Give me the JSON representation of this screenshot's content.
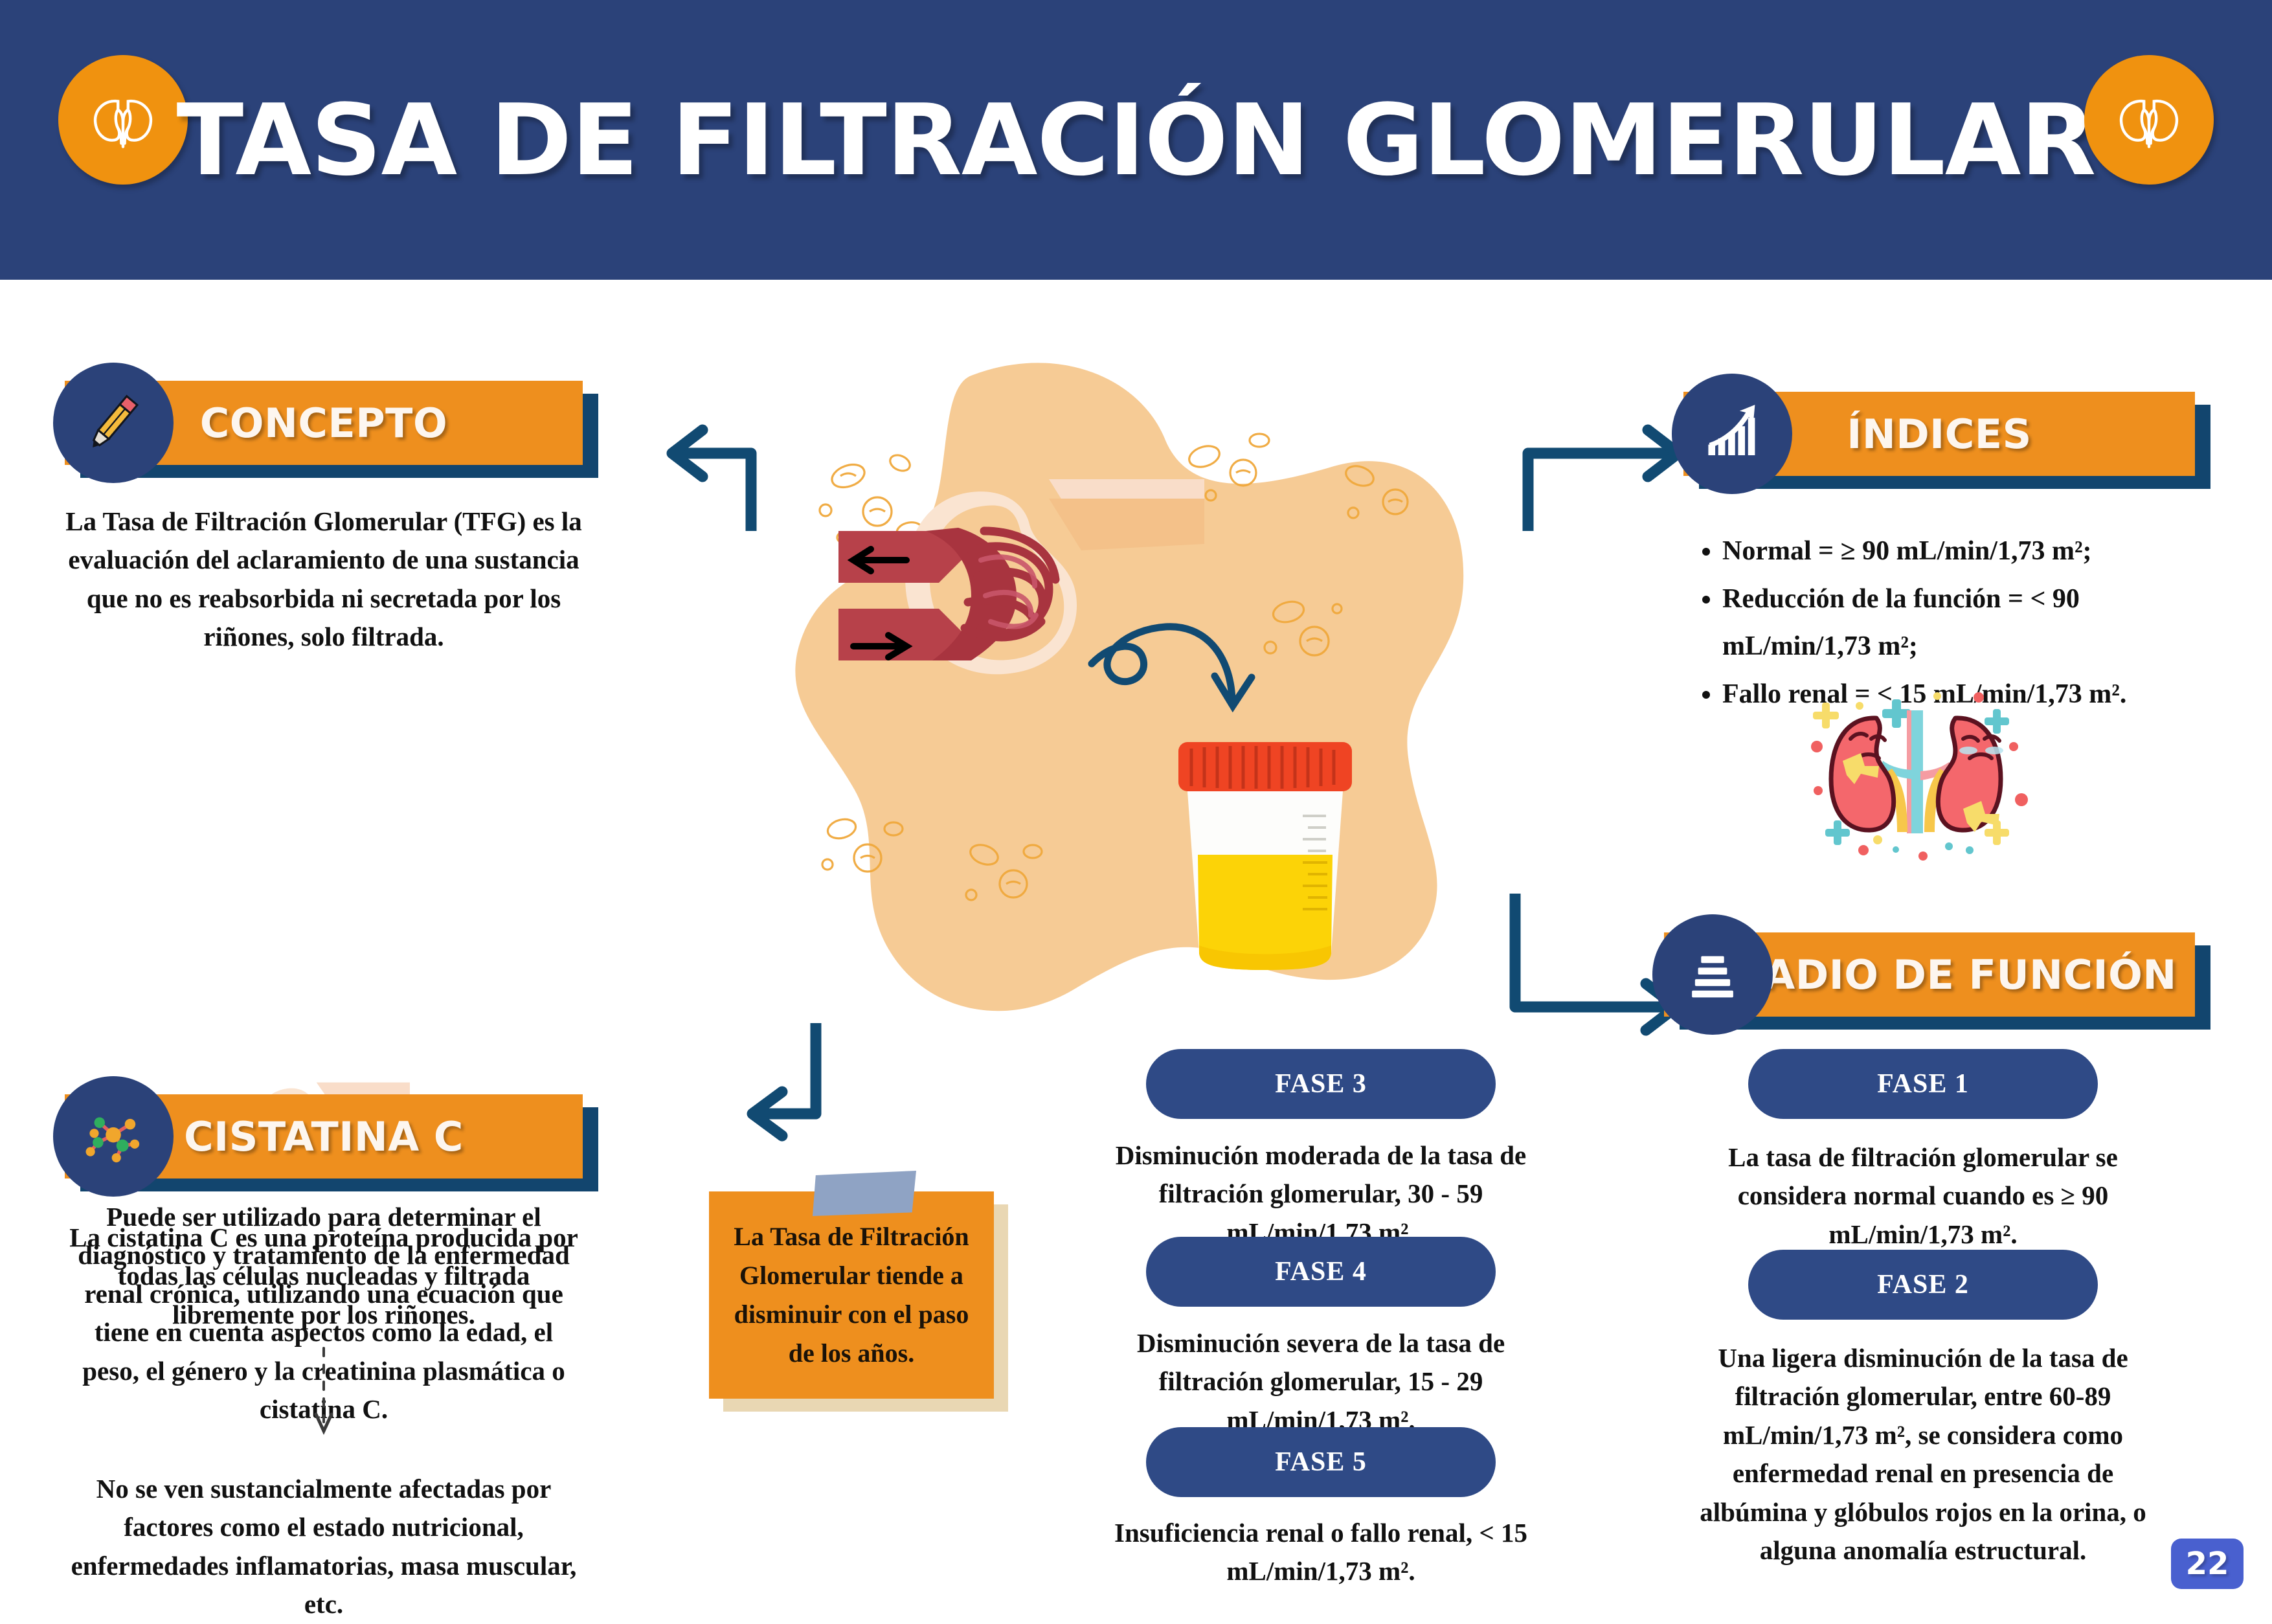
{
  "header": {
    "title": "TASA DE FILTRACIÓN GLOMERULAR",
    "left_icon": "kidneys-icon",
    "right_icon": "kidneys-icon",
    "bg_color": "#2b4279",
    "badge_color": "#f0920f"
  },
  "colors": {
    "navy": "#2b4279",
    "orange": "#ee8f1e",
    "banner_shadow": "#12456e",
    "pill": "#2f4a86",
    "page_badge": "#4960cf",
    "blob": "#f6cb95"
  },
  "sections": {
    "concepto": {
      "title": "CONCEPTO",
      "icon": "pencil-icon",
      "paragraph1": "La Tasa de Filtración Glomerular (TFG) es la evaluación del aclaramiento de una sustancia que no es reabsorbida ni secretada por los riñones, solo filtrada.",
      "illustration": "glomerulus-illustration",
      "paragraph2": "Puede ser utilizado para determinar el diagnóstico y tratamiento de la enfermedad renal crónica, utilizando una ecuación que tiene en cuenta aspectos como la edad, el peso, el género y la creatinina plasmática o cistatina C."
    },
    "cistatina": {
      "title": "CISTATINA C",
      "icon": "molecule-icon",
      "paragraph1": "La cistatina C es una proteína producida por todas las células nucleadas y filtrada libremente por los riñones.",
      "connector": "dashed-down-arrow",
      "paragraph2": "No se ven sustancialmente afectadas por factores como el estado nutricional, enfermedades inflamatorias, masa muscular, etc."
    },
    "indices": {
      "title": "ÍNDICES",
      "icon": "growth-chart-icon",
      "items": [
        "Normal = ≥ 90 mL/min/1,73 m²;",
        "Reducción de la función = < 90 mL/min/1,73 m²;",
        "Fallo renal = < 15 mL/min/1,73 m²."
      ],
      "illustration": "sad-kidneys-illustration"
    },
    "estadio": {
      "title": "ESTADIO DE FUNCIÓN",
      "icon": "stacked-bars-icon",
      "phases": [
        {
          "label": "FASE 1",
          "text": "La tasa de filtración glomerular se considera normal cuando es ≥ 90 mL/min/1,73 m²."
        },
        {
          "label": "FASE 2",
          "text": "Una ligera disminución de la tasa de filtración glomerular, entre 60-89 mL/min/1,73 m², se considera como enfermedad renal en presencia de albúmina y glóbulos rojos en la orina, o alguna anomalía estructural."
        }
      ]
    },
    "fases_centro": {
      "phases": [
        {
          "label": "FASE 3",
          "text": "Disminución moderada de la tasa de filtración glomerular, 30 - 59 mL/min/1,73 m²."
        },
        {
          "label": "FASE 4",
          "text": "Disminución severa de la tasa de filtración glomerular, 15 - 29 mL/min/1,73 m²."
        },
        {
          "label": "FASE 5",
          "text": "Insuficiencia renal o fallo renal, < 15 mL/min/1,73 m²."
        }
      ]
    },
    "nota": {
      "text": "La Tasa de Filtración Glomerular tiende a disminuir con el paso de los años.",
      "tape": "tape-icon"
    },
    "centro": {
      "illustration": "glomerulus-and-urine-sample",
      "arrow": "curved-arrow-icon"
    }
  },
  "footer": {
    "page_number": "22"
  }
}
